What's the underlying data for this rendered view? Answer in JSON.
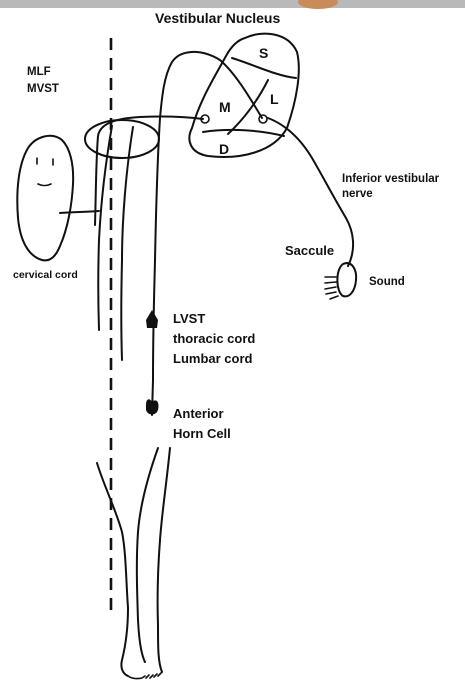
{
  "title": "Vestibular Nucleus",
  "nuclei": {
    "superior": "S",
    "medial": "M",
    "lateral": "L",
    "inferior": "D"
  },
  "tract_labels": {
    "line1": "MLF",
    "line2": "MVST"
  },
  "cervical_label": "cervical cord",
  "nerve_label": {
    "line1": "Inferior vestibular",
    "line2": "nerve"
  },
  "saccule_label": "Saccule",
  "sound_label": "Sound",
  "lvst_labels": {
    "line1": "LVST",
    "line2": "thoracic cord",
    "line3": "Lumbar cord"
  },
  "horn_labels": {
    "line1": "Anterior",
    "line2": "Horn Cell"
  },
  "colors": {
    "ink": "#111111",
    "background": "#ffffff",
    "top_band": "#b9b9b9"
  }
}
